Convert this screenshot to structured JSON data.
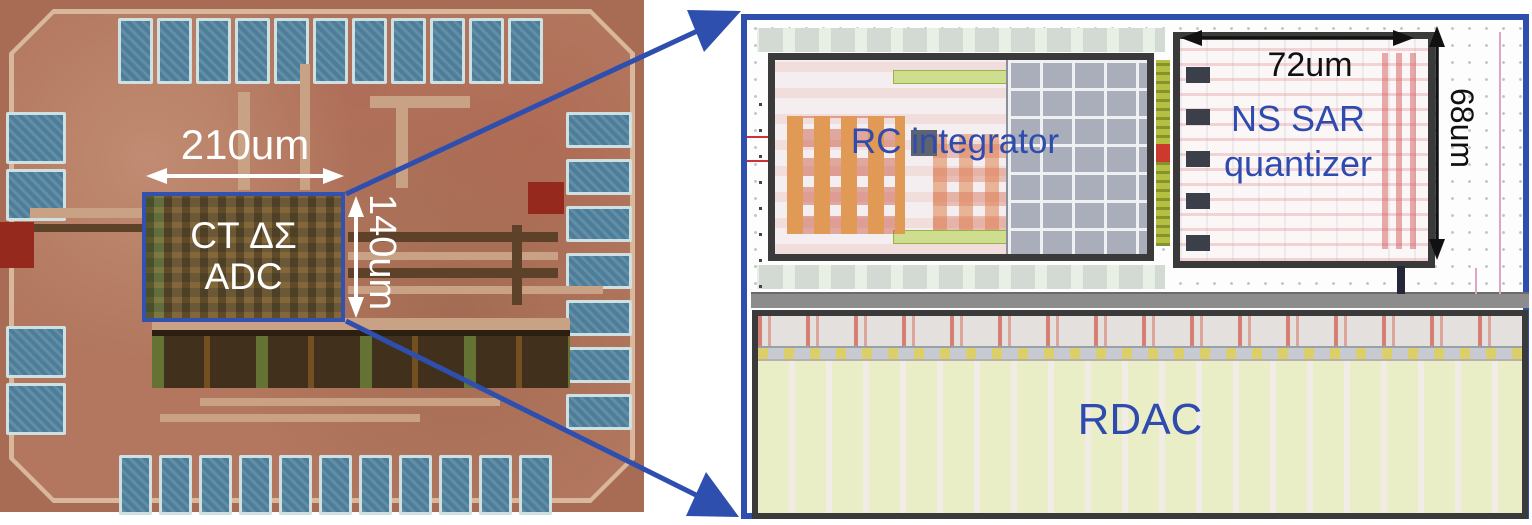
{
  "figure": {
    "die_photo": {
      "width_dim": "210um",
      "height_dim": "140um",
      "core_line1": "CT ΔΣ",
      "core_line2": "ADC"
    },
    "layout": {
      "rc_integrator": "RC integrator",
      "ns_sar_line1": "NS SAR",
      "ns_sar_line2": "quantizer",
      "rdac": "RDAC",
      "width_dim": "72um",
      "height_dim": "68um"
    },
    "colors": {
      "callout_blue": "#2f4fae",
      "label_blue": "#2f4bad",
      "dimension_white": "#ffffff",
      "dimension_black": "#111111"
    }
  }
}
